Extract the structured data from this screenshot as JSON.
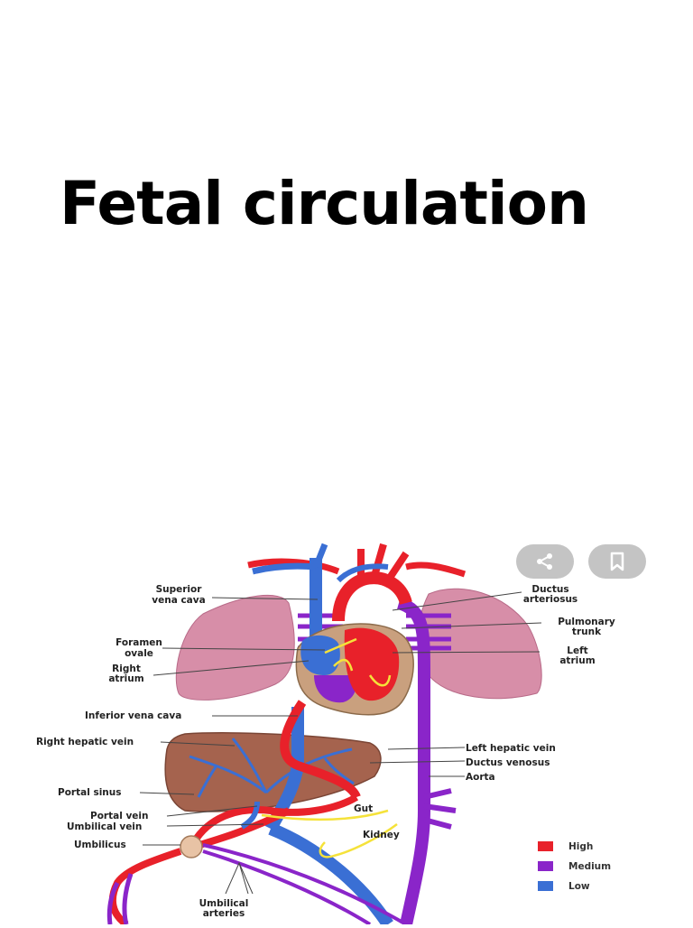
{
  "slide": {
    "title": "Fetal circulation"
  },
  "diagram": {
    "labels": {
      "superior_vena_cava": [
        "Superior",
        "vena cava"
      ],
      "foramen_ovale": [
        "Foramen",
        "ovale"
      ],
      "right_atrium": [
        "Right",
        "atrium"
      ],
      "inferior_vena_cava": "Inferior vena cava",
      "right_hepatic_vein": "Right hepatic vein",
      "portal_sinus": "Portal sinus",
      "portal_vein": "Portal vein",
      "umbilical_vein": "Umbilical vein",
      "umbilicus": "Umbilicus",
      "umbilical_arteries": [
        "Umbilical",
        "arteries"
      ],
      "ductus_arteriosus": [
        "Ductus",
        "arteriosus"
      ],
      "pulmonary_trunk": [
        "Pulmonary",
        "trunk"
      ],
      "left_atrium": [
        "Left",
        "atrium"
      ],
      "left_hepatic_vein": "Left hepatic vein",
      "ductus_venosus": "Ductus venosus",
      "aorta": "Aorta",
      "gut": "Gut",
      "kidney": "Kidney"
    },
    "legend": [
      {
        "label": "High",
        "color": "#e8212a"
      },
      {
        "label": "Medium",
        "color": "#8a25c9"
      },
      {
        "label": "Low",
        "color": "#3a6fd4"
      }
    ]
  },
  "controls": {
    "share_icon": "share-icon",
    "bookmark_icon": "bookmark-icon"
  }
}
